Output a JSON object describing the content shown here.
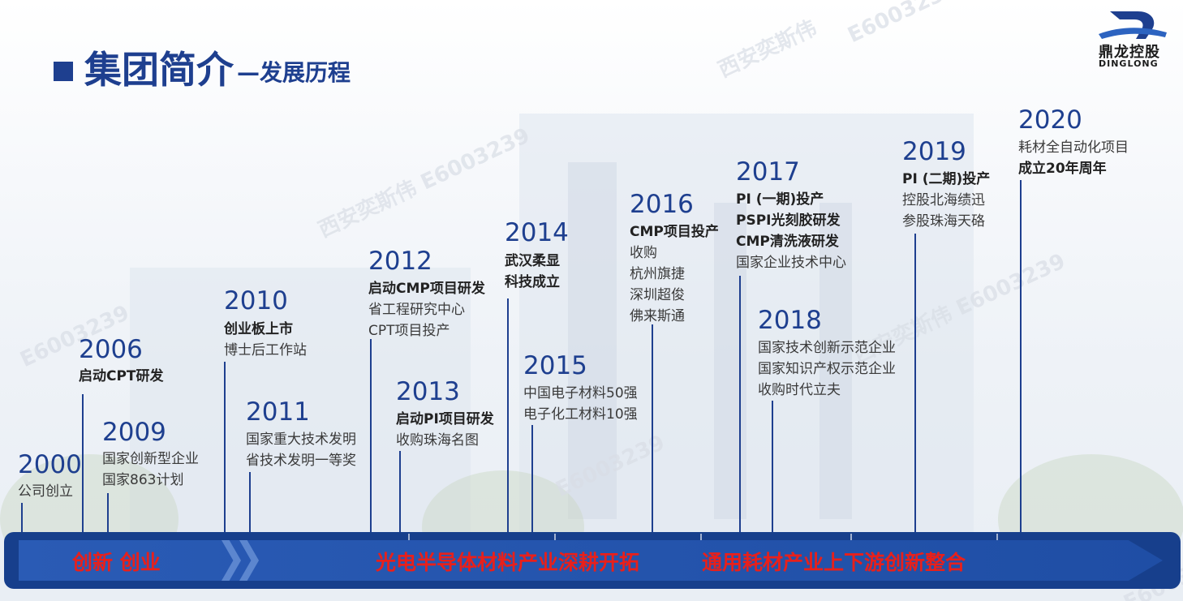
{
  "header": {
    "title_main": "集团简介",
    "title_sub": "—发展历程",
    "logo_cn": "鼎龙控股",
    "logo_en": "DINGLONG"
  },
  "watermarks": [
    "西安奕斯伟",
    "E6003239",
    "西安奕斯伟 E6003239",
    "E6003239",
    "E6003239",
    "西安奕斯伟 E6003239",
    "E6003239"
  ],
  "timeline": [
    {
      "year": "2000",
      "lines": [
        {
          "text": "公司创立",
          "bold": false
        }
      ]
    },
    {
      "year": "2006",
      "lines": [
        {
          "text": "启动CPT研发",
          "bold": true
        }
      ]
    },
    {
      "year": "2009",
      "lines": [
        {
          "text": "国家创新型企业",
          "bold": false
        },
        {
          "text": "国家863计划",
          "bold": false
        }
      ]
    },
    {
      "year": "2010",
      "lines": [
        {
          "text": "创业板上市",
          "bold": true
        },
        {
          "text": "博士后工作站",
          "bold": false
        }
      ]
    },
    {
      "year": "2011",
      "lines": [
        {
          "text": "国家重大技术发明",
          "bold": false
        },
        {
          "text": "省技术发明一等奖",
          "bold": false
        }
      ]
    },
    {
      "year": "2012",
      "lines": [
        {
          "text": "启动CMP项目研发",
          "bold": true
        },
        {
          "text": "省工程研究中心",
          "bold": false
        },
        {
          "text": "CPT项目投产",
          "bold": false
        }
      ]
    },
    {
      "year": "2013",
      "lines": [
        {
          "text": "启动PI项目研发",
          "bold": true
        },
        {
          "text": "收购珠海名图",
          "bold": false
        }
      ]
    },
    {
      "year": "2014",
      "lines": [
        {
          "text": "武汉柔显",
          "bold": true
        },
        {
          "text": "科技成立",
          "bold": true
        }
      ]
    },
    {
      "year": "2015",
      "lines": [
        {
          "text": "中国电子材料50强",
          "bold": false
        },
        {
          "text": "电子化工材料10强",
          "bold": false
        }
      ]
    },
    {
      "year": "2016",
      "lines": [
        {
          "text": "CMP项目投产",
          "bold": true
        },
        {
          "text": "收购",
          "bold": false
        },
        {
          "text": "杭州旗捷",
          "bold": false
        },
        {
          "text": "深圳超俊",
          "bold": false
        },
        {
          "text": "佛来斯通",
          "bold": false
        }
      ]
    },
    {
      "year": "2017",
      "lines": [
        {
          "text": "PI (一期)投产",
          "bold": true
        },
        {
          "text": "PSPI光刻胶研发",
          "bold": true
        },
        {
          "text": "CMP清洗液研发",
          "bold": true
        },
        {
          "text": "国家企业技术中心",
          "bold": false
        }
      ]
    },
    {
      "year": "2018",
      "lines": [
        {
          "text": "国家技术创新示范企业",
          "bold": false
        },
        {
          "text": "国家知识产权示范企业",
          "bold": false
        },
        {
          "text": "收购时代立夫",
          "bold": false
        }
      ]
    },
    {
      "year": "2019",
      "lines": [
        {
          "text": "PI (二期)投产",
          "bold": true
        },
        {
          "text": "控股北海绩迅",
          "bold": false
        },
        {
          "text": "参股珠海天硌",
          "bold": false
        }
      ]
    },
    {
      "year": "2020",
      "lines": [
        {
          "text": "耗材全自动化项目",
          "bold": false
        },
        {
          "text": "成立20年周年",
          "bold": true
        }
      ]
    }
  ],
  "band": {
    "labels": [
      "创新  创业",
      "光电半导体材料产业深耕开拓",
      "通用耗材产业上下游创新整合"
    ]
  },
  "colors": {
    "accent": "#1e3f8f",
    "band": "#173f8c",
    "band_text": "#e8201b"
  }
}
